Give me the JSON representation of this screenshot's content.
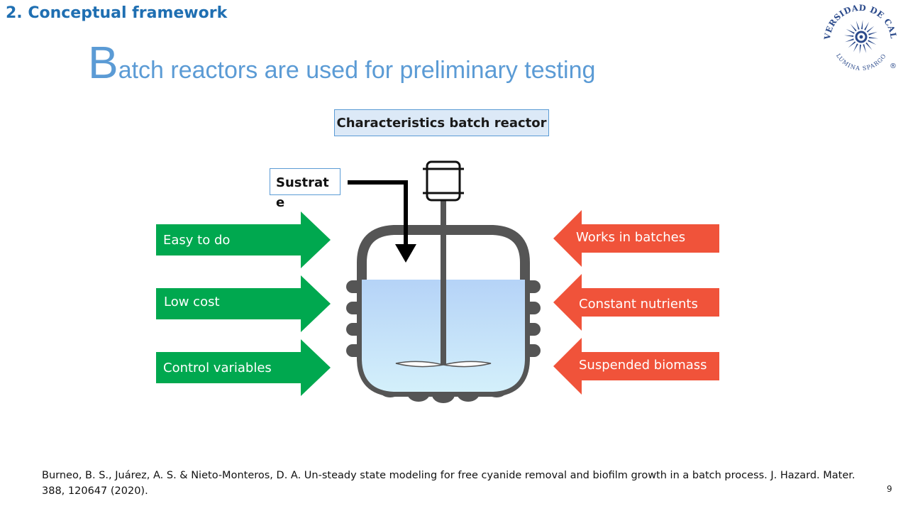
{
  "slide": {
    "section_title": "2. Conceptual framework",
    "title_first_letter": "B",
    "title_rest": "atch reactors are used for preliminary testing",
    "characteristics_label": "Characteristics batch reactor",
    "substrate_label": "Sustrat e",
    "advantages": [
      "Easy to do",
      "Low cost",
      "Control variables"
    ],
    "features": [
      "Works in batches",
      "Constant nutrients",
      "Suspended biomass"
    ],
    "citation": "Burneo, B. S., Juárez, A. S. & Nieto-Monteros, D. A. Un-steady state modeling for free cyanide removal and biofilm growth in a  batch process. J. Hazard. Mater. 388, 120647 (2020).",
    "page_number": "9"
  },
  "logo": {
    "text_top": "UNIVERSIDAD DE CALDAS",
    "text_bottom": "LUMINA SPARGO",
    "mark": "®"
  },
  "colors": {
    "green_arrow": "#00a84f",
    "red_arrow": "#f0533a",
    "title_blue": "#5b9bd5",
    "section_blue": "#1f6fb2",
    "logo_blue": "#2b4a8b",
    "reactor_body": "#555555",
    "liquid_top": "#b5d3f7",
    "liquid_bottom": "#d6f2fb"
  }
}
